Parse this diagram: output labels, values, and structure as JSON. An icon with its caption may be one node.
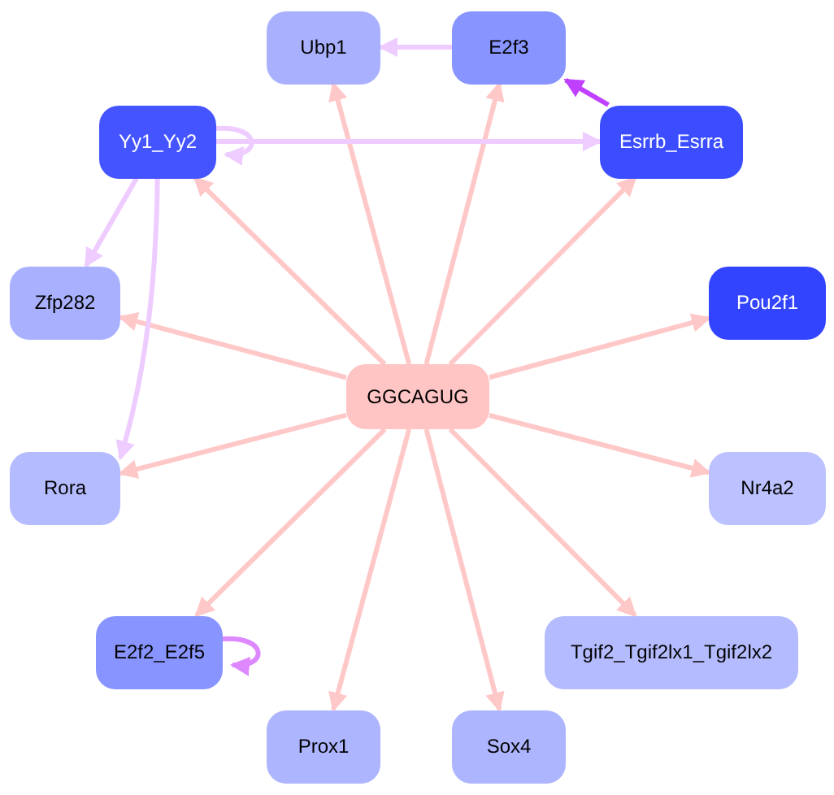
{
  "diagram": {
    "nodes": [
      {
        "text": [
          "GGCAGUG"
        ]
      },
      {
        "text": [
          "Ubp1"
        ]
      },
      {
        "text": [
          "E2f3"
        ]
      },
      {
        "text": [
          "Yy1_Yy2"
        ]
      },
      {
        "text": [
          "Esrrb_Esrra"
        ]
      },
      {
        "text": [
          "Zfp282"
        ]
      },
      {
        "text": [
          "Pou2f1"
        ]
      },
      {
        "text": [
          "Rora"
        ]
      },
      {
        "text": [
          "Nr4a2"
        ]
      },
      {
        "text": [
          "E2f2_E2f5"
        ]
      },
      {
        "text": [
          "Tgif2_Tgif2lx1_Tgif2lx2"
        ]
      },
      {
        "text": [
          "Prox1"
        ]
      },
      {
        "text": [
          "Sox4"
        ]
      }
    ],
    "edges": [
      {
        "from": 0,
        "to": 1,
        "arrow": "to"
      },
      {
        "from": 0,
        "to": 2,
        "arrow": "to"
      },
      {
        "from": 0,
        "to": 3,
        "arrow": "to"
      },
      {
        "from": 0,
        "to": 4,
        "arrow": "to"
      },
      {
        "from": 0,
        "to": 5,
        "arrow": "to"
      },
      {
        "from": 0,
        "to": 6,
        "arrow": "to"
      },
      {
        "from": 0,
        "to": 7,
        "arrow": "to"
      },
      {
        "from": 0,
        "to": 8,
        "arrow": "to"
      },
      {
        "from": 0,
        "to": 9,
        "arrow": "to"
      },
      {
        "from": 0,
        "to": 10,
        "arrow": "to"
      },
      {
        "from": 0,
        "to": 11,
        "arrow": "to"
      },
      {
        "from": 0,
        "to": 12,
        "arrow": "to"
      },
      {
        "from": 2,
        "to": 1,
        "arrow": "to",
        "color": "#eeccff"
      },
      {
        "from": 4,
        "to": 2,
        "arrow": "to",
        "color": "#c040ff"
      },
      {
        "from": 3,
        "to": 3,
        "arrow": "to",
        "color": "#eeccff"
      },
      {
        "from": 3,
        "to": 4,
        "arrow": "to",
        "color": "#eeccff"
      },
      {
        "from": 3,
        "to": 5,
        "arrow": "to",
        "color": "#eeccff"
      },
      {
        "from": 3,
        "to": 7,
        "arrow": "to",
        "color": "#eeccff"
      },
      {
        "from": 9,
        "to": 9,
        "arrow": "to",
        "color": "#dd88ff"
      }
    ]
  }
}
